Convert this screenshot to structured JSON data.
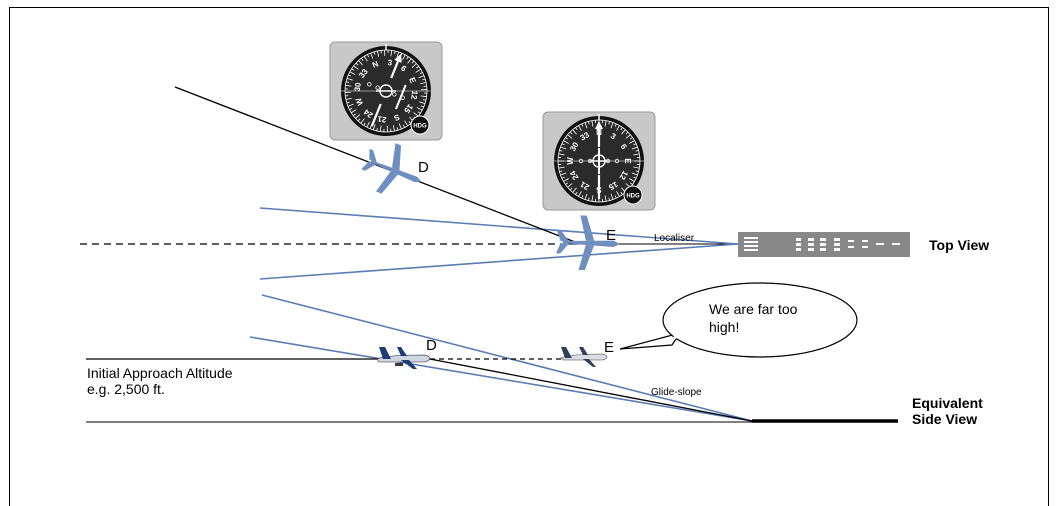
{
  "top_view": {
    "title": "Top View",
    "aircraft_d_label": "D",
    "aircraft_e_label": "E",
    "localiser_label": "Localiser"
  },
  "side_view": {
    "title_line1": "Equivalent",
    "title_line2": "Side View",
    "aircraft_d_label": "D",
    "aircraft_e_label": "E",
    "glideslope_label": "Glide-slope",
    "altitude_line1": "Initial Approach Altitude",
    "altitude_line2": "e.g. 2,500 ft."
  },
  "speech_bubble": {
    "line1": "We are far too",
    "line2": "high!"
  },
  "hsi_1": {
    "ticks": [
      "N",
      "3",
      "6",
      "E",
      "12",
      "15",
      "S",
      "21",
      "24",
      "W",
      "30",
      "33"
    ],
    "hdg_label": "HDG"
  },
  "hsi_2": {
    "ticks": [
      "N",
      "3",
      "6",
      "E",
      "12",
      "15",
      "S",
      "21",
      "24",
      "W",
      "30",
      "33"
    ],
    "hdg_label": "HDG"
  },
  "colors": {
    "beam": "#5a7db5",
    "plane_top": "#6f8fc0",
    "runway": "#888888",
    "instrument_bg": "#c8c8c8",
    "dial": "#222222"
  }
}
